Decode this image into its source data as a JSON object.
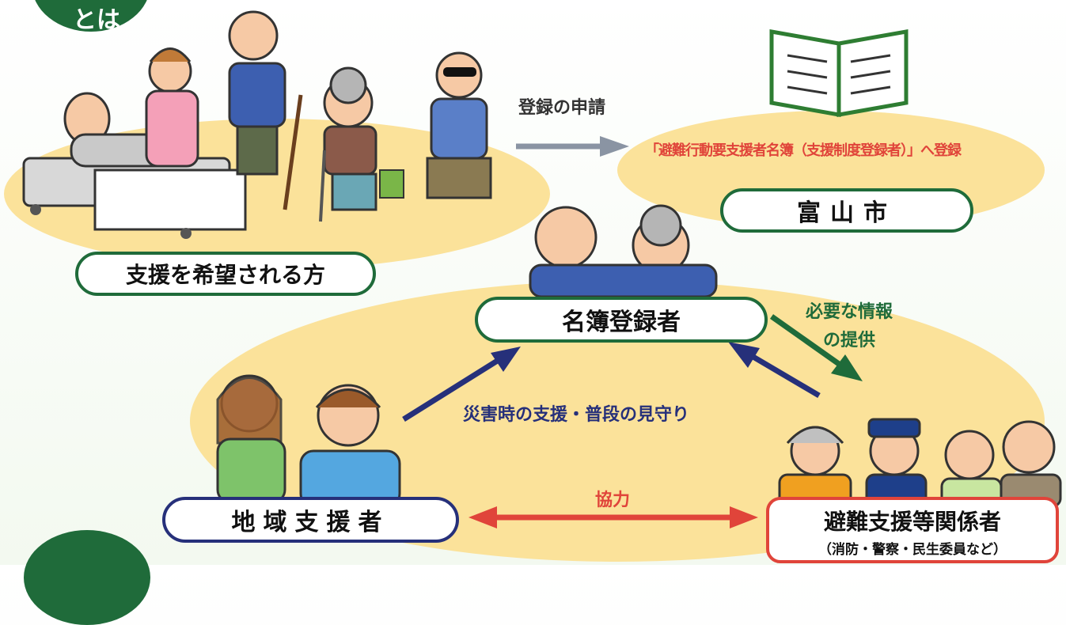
{
  "title_fragment": "とは",
  "people": {
    "applicants": "支援を希望される方",
    "city": "富山市",
    "registrant": "名簿登録者",
    "local_supporters": "地域支援者",
    "related_parties_title": "避難支援等関係者",
    "related_parties_sub": "（消防・警察・民生委員など）"
  },
  "flows": {
    "registration_request": "登録の申請",
    "register_to_list": "「避難行動要支援者名簿（支援制度登録者）」へ登録",
    "info_provision_line1": "必要な情報",
    "info_provision_line2": "の提供",
    "disaster_support": "災害時の支援・普段の見守り",
    "cooperation": "協力"
  },
  "colors": {
    "green": "#1f6b3a",
    "navy": "#26307a",
    "red": "#e0443a",
    "ellipse": "#fbe29a",
    "gray_arrow": "#8a94a3"
  }
}
